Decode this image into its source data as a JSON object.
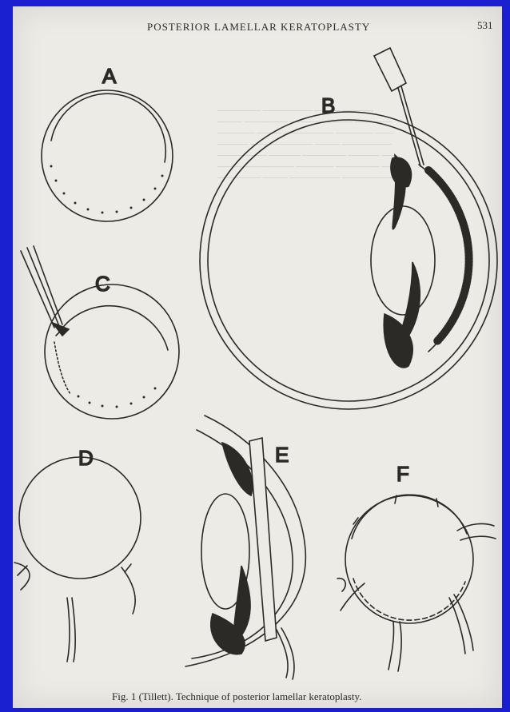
{
  "header": {
    "running_head": "POSTERIOR LAMELLAR KERATOPLASTY",
    "page_number": "531"
  },
  "figure": {
    "panel_labels": [
      "A",
      "B",
      "C",
      "D",
      "E",
      "F"
    ],
    "caption": "Fig. 1 (Tillett). Technique of posterior lamellar keratoplasty."
  },
  "colors": {
    "background": "#1a1fd0",
    "paper": "#ecebe6",
    "ink": "#2b2a27",
    "bleed_through": "#bdbab2"
  }
}
